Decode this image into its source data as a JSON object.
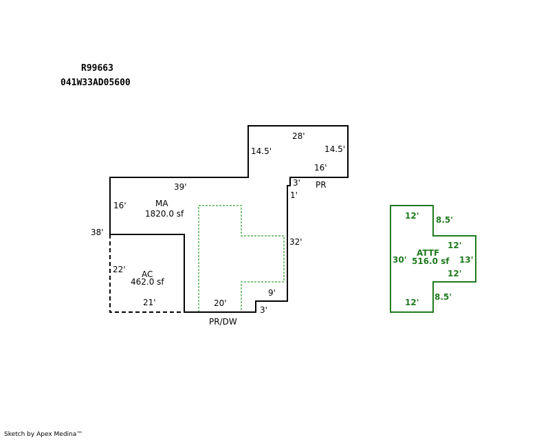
{
  "header": {
    "parcel_id": "R99663",
    "map_number": "041W33AD05600"
  },
  "colors": {
    "outline": "#000000",
    "attached_garage": "#1e7a1e",
    "porch_dotted": "#7cc47c"
  },
  "main_area": {
    "code": "MA",
    "area": "1820.0 sf",
    "dims": {
      "top_upper": "28'",
      "left_upper": "14.5'",
      "right_upper": "14.5'",
      "step_upper": "16'",
      "top_left": "39'",
      "left_side": "16'",
      "step_a": "3'",
      "step_b": "1'",
      "right_side": "32'",
      "left_total": "38'",
      "notch_top": "9'",
      "notch_side": "3'",
      "bottom": "20'"
    }
  },
  "porch_top": {
    "code": "PR"
  },
  "porch_dw": {
    "code": "PR/DW"
  },
  "ac_area": {
    "code": "AC",
    "area": "462.0 sf",
    "dims": {
      "left": "22'",
      "bottom": "21'"
    }
  },
  "attf": {
    "code": "ATTF",
    "area": "516.0 sf",
    "dims": {
      "top": "12'",
      "upper_right": "8.5'",
      "wing_top": "12'",
      "left": "30'",
      "wing_right": "13'",
      "wing_bottom": "12'",
      "lower_right": "8.5'",
      "bottom": "12'"
    }
  },
  "footer": {
    "credit": "Sketch by Apex Medina™"
  }
}
